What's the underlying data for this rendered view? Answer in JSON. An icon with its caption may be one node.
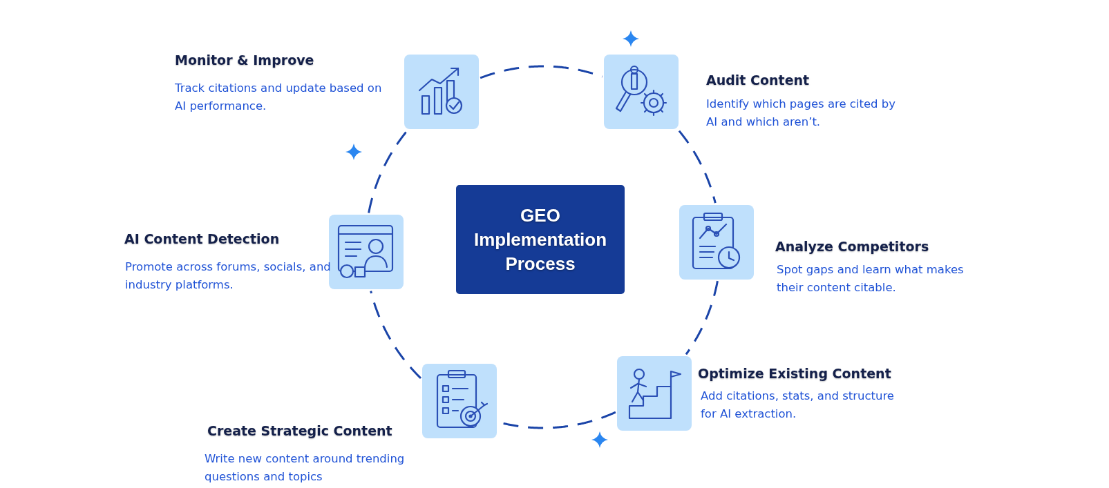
{
  "diagram": {
    "nodes": [
      {
        "text": [
          "GEO Implementation Process"
        ]
      },
      {
        "text": [
          "Audit Content",
          "Identify which pages are cited by AI and which aren’t."
        ]
      },
      {
        "text": [
          "Analyze Competitors",
          "Spot gaps and learn what makes their content citable."
        ]
      },
      {
        "text": [
          "Optimize Existing Content",
          "Add citations, stats, and structure for AI extraction."
        ]
      },
      {
        "text": [
          "Create Strategic Content",
          "Write new content around trending questions and topics"
        ]
      },
      {
        "text": [
          "AI Content Detection",
          "Promote across forums, socials, and industry platforms."
        ]
      },
      {
        "text": [
          "Monitor & Improve",
          "Track citations and update based on AI performance."
        ]
      }
    ],
    "edges": [
      {
        "from": 6,
        "to": 1,
        "arrow": "none",
        "style": "dashed"
      },
      {
        "from": 1,
        "to": 2,
        "arrow": "none",
        "style": "dashed"
      },
      {
        "from": 2,
        "to": 3,
        "arrow": "none",
        "style": "dashed"
      },
      {
        "from": 3,
        "to": 4,
        "arrow": "none",
        "style": "dashed"
      },
      {
        "from": 4,
        "to": 5,
        "arrow": "none",
        "style": "dashed"
      },
      {
        "from": 5,
        "to": 6,
        "arrow": "none",
        "style": "dashed"
      }
    ]
  }
}
